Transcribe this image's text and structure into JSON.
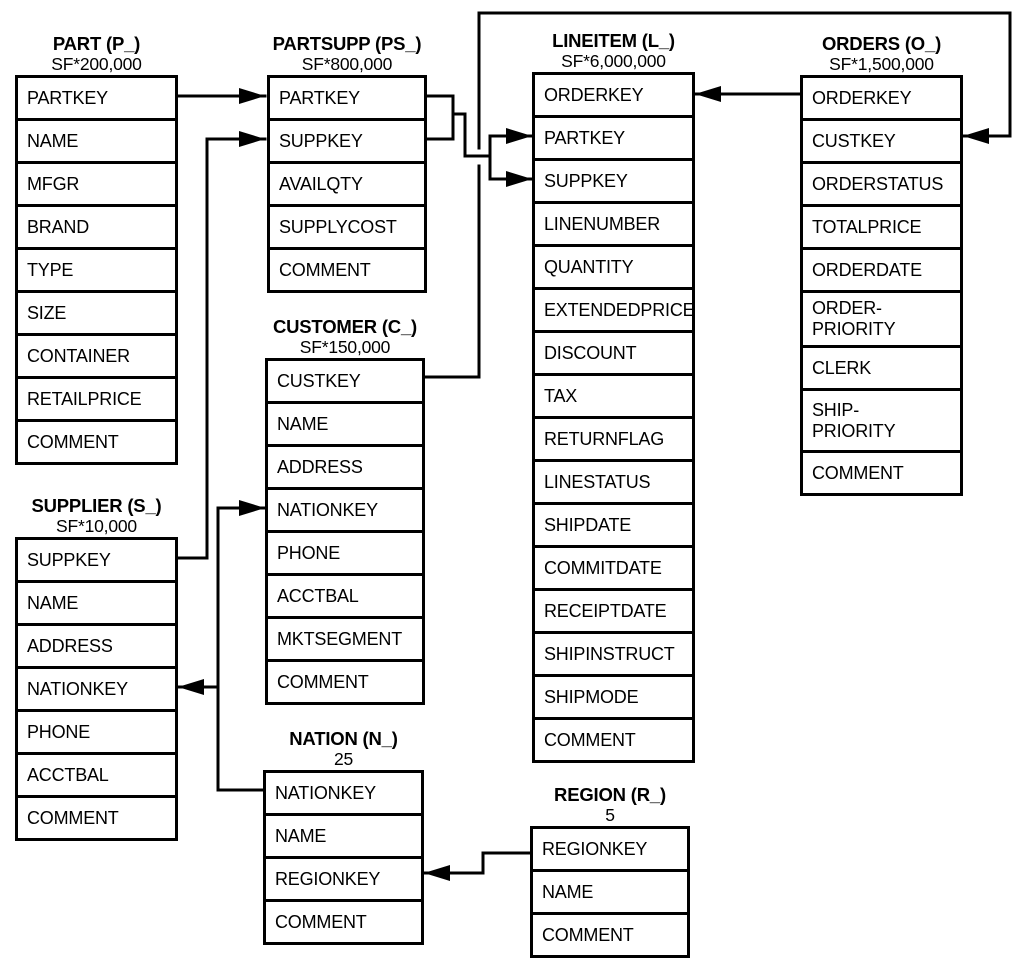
{
  "tables": [
    {
      "id": "part",
      "title": "PART (P_)",
      "cardinality": "SF*200,000",
      "rows": [
        "PARTKEY",
        "NAME",
        "MFGR",
        "BRAND",
        "TYPE",
        "SIZE",
        "CONTAINER",
        "RETAILPRICE",
        "COMMENT"
      ]
    },
    {
      "id": "partsupp",
      "title": "PARTSUPP (PS_)",
      "cardinality": "SF*800,000",
      "rows": [
        "PARTKEY",
        "SUPPKEY",
        "AVAILQTY",
        "SUPPLYCOST",
        "COMMENT"
      ]
    },
    {
      "id": "lineitem",
      "title": "LINEITEM (L_)",
      "cardinality": "SF*6,000,000",
      "rows": [
        "ORDERKEY",
        "PARTKEY",
        "SUPPKEY",
        "LINENUMBER",
        "QUANTITY",
        "EXTENDEDPRICE",
        "DISCOUNT",
        "TAX",
        "RETURNFLAG",
        "LINESTATUS",
        "SHIPDATE",
        "COMMITDATE",
        "RECEIPTDATE",
        "SHIPINSTRUCT",
        "SHIPMODE",
        "COMMENT"
      ]
    },
    {
      "id": "orders",
      "title": "ORDERS (O_)",
      "cardinality": "SF*1,500,000",
      "rows": [
        "ORDERKEY",
        "CUSTKEY",
        "ORDERSTATUS",
        "TOTALPRICE",
        "ORDERDATE",
        "ORDER-\nPRIORITY",
        "CLERK",
        "SHIP-\nPRIORITY",
        "COMMENT"
      ]
    },
    {
      "id": "supplier",
      "title": "SUPPLIER (S_)",
      "cardinality": "SF*10,000",
      "rows": [
        "SUPPKEY",
        "NAME",
        "ADDRESS",
        "NATIONKEY",
        "PHONE",
        "ACCTBAL",
        "COMMENT"
      ]
    },
    {
      "id": "customer",
      "title": "CUSTOMER (C_)",
      "cardinality": "SF*150,000",
      "rows": [
        "CUSTKEY",
        "NAME",
        "ADDRESS",
        "NATIONKEY",
        "PHONE",
        "ACCTBAL",
        "MKTSEGMENT",
        "COMMENT"
      ]
    },
    {
      "id": "nation",
      "title": "NATION (N_)",
      "cardinality": "25",
      "rows": [
        "NATIONKEY",
        "NAME",
        "REGIONKEY",
        "COMMENT"
      ]
    },
    {
      "id": "region",
      "title": "REGION (R_)",
      "cardinality": "5",
      "rows": [
        "REGIONKEY",
        "NAME",
        "COMMENT"
      ]
    }
  ],
  "relationships": [
    {
      "from": "PART.PARTKEY",
      "to": "PARTSUPP.PARTKEY"
    },
    {
      "from": "SUPPLIER.SUPPKEY",
      "to": "PARTSUPP.SUPPKEY"
    },
    {
      "from": "PARTSUPP.PARTKEY",
      "to": "LINEITEM.PARTKEY"
    },
    {
      "from": "PARTSUPP.SUPPKEY",
      "to": "LINEITEM.SUPPKEY"
    },
    {
      "from": "ORDERS.ORDERKEY",
      "to": "LINEITEM.ORDERKEY"
    },
    {
      "from": "CUSTOMER.CUSTKEY",
      "to": "ORDERS.CUSTKEY"
    },
    {
      "from": "NATION.NATIONKEY",
      "to": "CUSTOMER.NATIONKEY"
    },
    {
      "from": "NATION.NATIONKEY",
      "to": "SUPPLIER.NATIONKEY"
    },
    {
      "from": "REGION.REGIONKEY",
      "to": "NATION.REGIONKEY"
    }
  ],
  "colors": {
    "line": "#000000",
    "text": "#000000",
    "background": "#ffffff"
  }
}
